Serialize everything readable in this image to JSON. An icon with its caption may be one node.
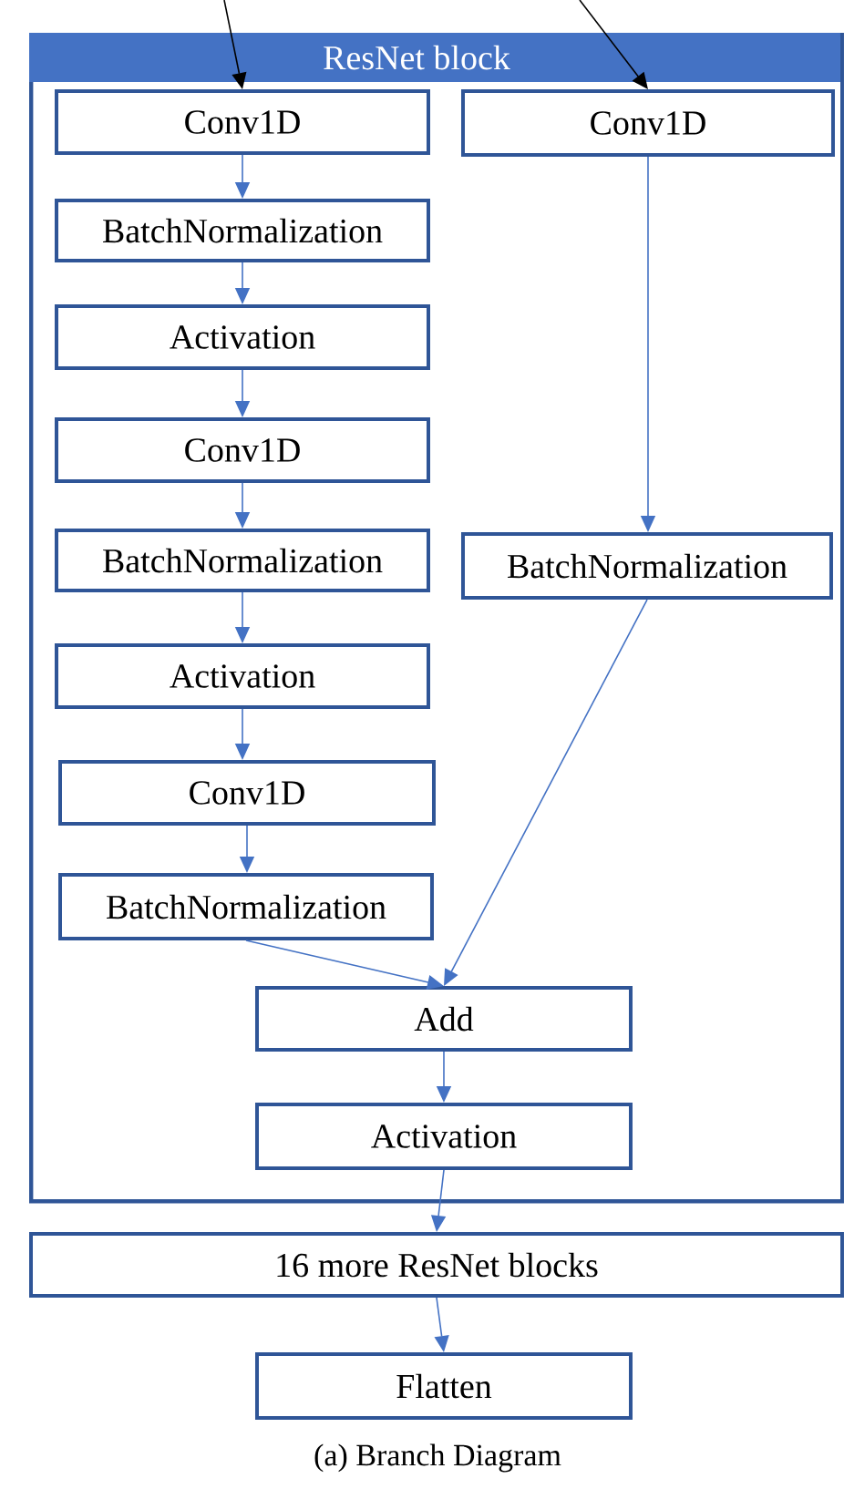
{
  "diagram": {
    "caption": "(a) Branch Diagram",
    "nodes": [
      {
        "text": [
          "ResNet block"
        ]
      },
      {
        "text": [
          "Conv1D"
        ],
        "in": 0
      },
      {
        "text": [
          "Conv1D"
        ],
        "in": 0
      },
      {
        "text": [
          "BatchNormalization"
        ],
        "in": 0
      },
      {
        "text": [
          "Activation"
        ],
        "in": 0
      },
      {
        "text": [
          "Conv1D"
        ],
        "in": 0
      },
      {
        "text": [
          "BatchNormalization"
        ],
        "in": 0
      },
      {
        "text": [
          "BatchNormalization"
        ],
        "in": 0
      },
      {
        "text": [
          "Activation"
        ],
        "in": 0
      },
      {
        "text": [
          "Conv1D"
        ],
        "in": 0
      },
      {
        "text": [
          "BatchNormalization"
        ],
        "in": 0
      },
      {
        "text": [
          "Add"
        ],
        "in": 0
      },
      {
        "text": [
          "Activation"
        ],
        "in": 0
      },
      {
        "text": [
          "16 more ResNet blocks"
        ]
      },
      {
        "text": [
          "Flatten"
        ]
      }
    ],
    "edges": [
      {
        "from": null,
        "to": 1,
        "arrow": "to",
        "color": "#000000"
      },
      {
        "from": null,
        "to": 2,
        "arrow": "to",
        "color": "#000000"
      },
      {
        "from": 1,
        "to": 3,
        "arrow": "to"
      },
      {
        "from": 3,
        "to": 4,
        "arrow": "to"
      },
      {
        "from": 4,
        "to": 5,
        "arrow": "to"
      },
      {
        "from": 5,
        "to": 6,
        "arrow": "to"
      },
      {
        "from": 6,
        "to": 8,
        "arrow": "to"
      },
      {
        "from": 8,
        "to": 9,
        "arrow": "to"
      },
      {
        "from": 9,
        "to": 10,
        "arrow": "to"
      },
      {
        "from": 2,
        "to": 7,
        "arrow": "to"
      },
      {
        "from": 10,
        "to": 11,
        "arrow": "to"
      },
      {
        "from": 7,
        "to": 11,
        "arrow": "to"
      },
      {
        "from": 11,
        "to": 12,
        "arrow": "to"
      },
      {
        "from": 12,
        "to": 13,
        "arrow": "to"
      },
      {
        "from": 13,
        "to": 14,
        "arrow": "to"
      }
    ]
  }
}
